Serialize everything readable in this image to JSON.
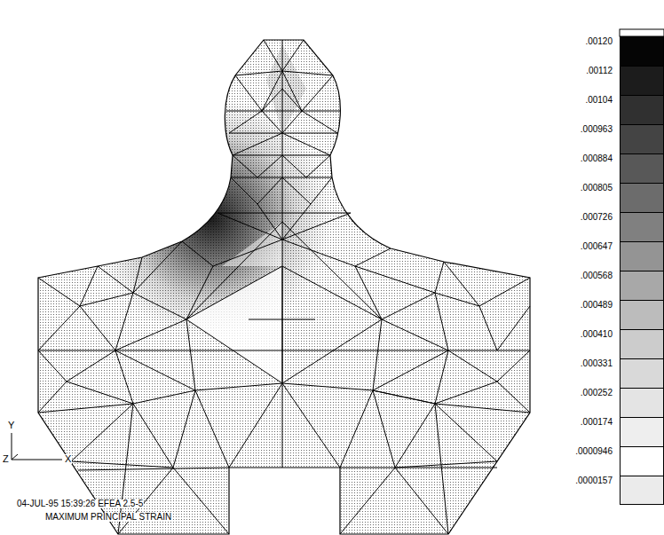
{
  "diagram": {
    "labels": [
      "04-JUL-95 15:39:26 EFEA 2.5-5",
      "MAXIMUM PRINCIPAL STRAIN",
      "Y",
      "Z",
      "X"
    ],
    "legend": [
      {
        "text": ".00120",
        "color": "#050505"
      },
      {
        "text": ".00112",
        "color": "#1c1c1c"
      },
      {
        "text": ".00104",
        "color": "#303030"
      },
      {
        "text": ".000963",
        "color": "#444444"
      },
      {
        "text": ".000884",
        "color": "#585858"
      },
      {
        "text": ".000805",
        "color": "#6c6c6c"
      },
      {
        "text": ".000726",
        "color": "#808080"
      },
      {
        "text": ".000647",
        "color": "#949494"
      },
      {
        "text": ".000568",
        "color": "#a8a8a8"
      },
      {
        "text": ".000489",
        "color": "#bcbcbc"
      },
      {
        "text": ".000410",
        "color": "#cccccc"
      },
      {
        "text": ".000331",
        "color": "#d9d9d9"
      },
      {
        "text": ".000252",
        "color": "#e4e4e4"
      },
      {
        "text": ".000174",
        "color": "#eeeeee"
      },
      {
        "text": ".0000946",
        "color": "#ffffff"
      },
      {
        "text": ".0000157",
        "color": "#ebebeb"
      }
    ]
  }
}
